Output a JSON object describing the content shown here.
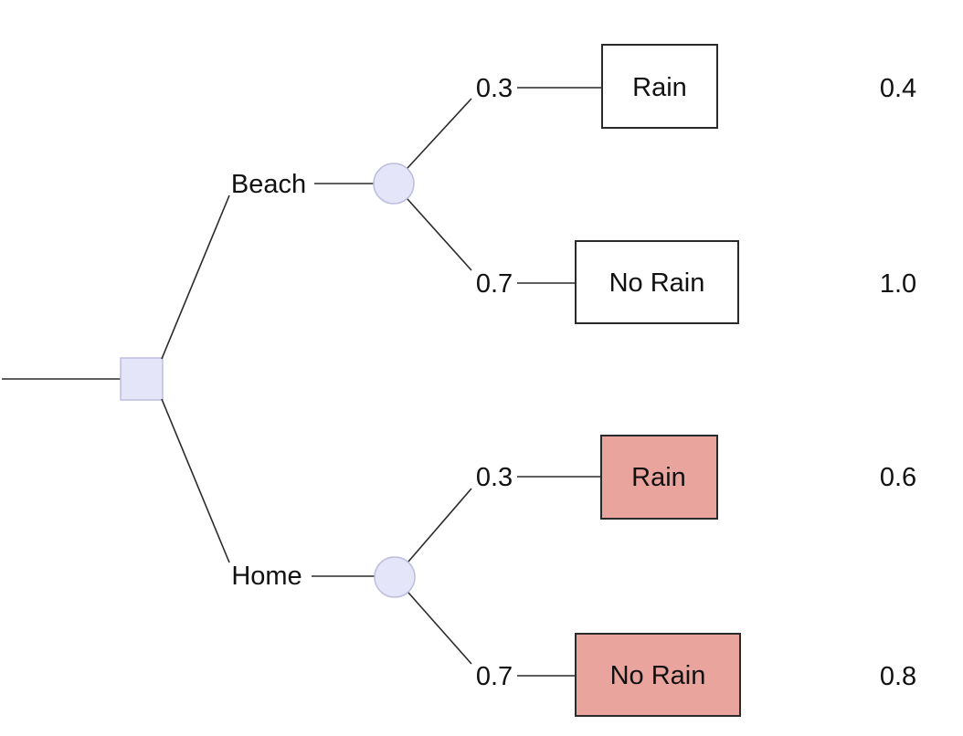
{
  "diagram": {
    "kind": "decision-tree",
    "colors": {
      "node_fill": "#e5e5f9",
      "node_stroke": "#bdbdde",
      "outcome_default_fill": "#ffffff",
      "outcome_highlight_fill": "#e9a49e",
      "line": "#2a2a2a"
    },
    "tree": {
      "branches": [
        {
          "label": "Beach",
          "outcomes": [
            {
              "probability": "0.3",
              "label": "Rain",
              "value": "0.4",
              "highlighted": false
            },
            {
              "probability": "0.7",
              "label": "No Rain",
              "value": "1.0",
              "highlighted": false
            }
          ]
        },
        {
          "label": "Home",
          "outcomes": [
            {
              "probability": "0.3",
              "label": "Rain",
              "value": "0.6",
              "highlighted": true
            },
            {
              "probability": "0.7",
              "label": "No Rain",
              "value": "0.8",
              "highlighted": true
            }
          ]
        }
      ]
    }
  }
}
